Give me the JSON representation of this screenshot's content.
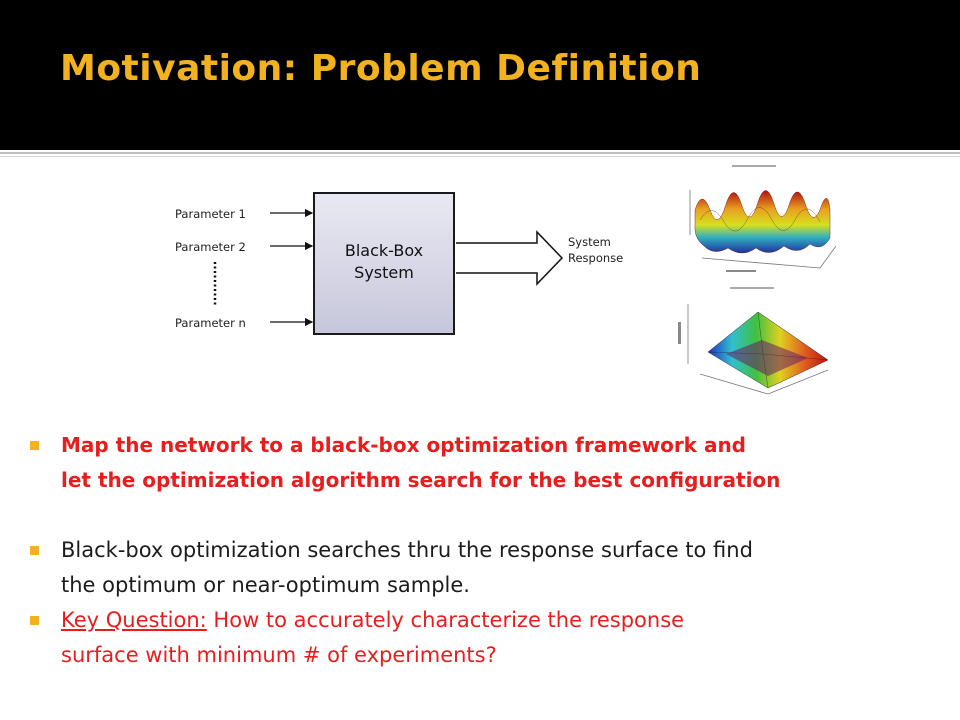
{
  "slide": {
    "title": "Motivation: Problem Definition",
    "accent_color": "#f2b21f",
    "title_bar_color": "#000000"
  },
  "diagram": {
    "inputs": [
      "Parameter 1",
      "Parameter 2",
      "Parameter n"
    ],
    "box_label_line1": "Black-Box",
    "box_label_line2": "System",
    "output_line1": "System",
    "output_line2": "Response",
    "thumbnails": [
      "oscillating-surface-3d-plot",
      "bowl-surface-3d-plot"
    ]
  },
  "bullets": [
    {
      "text_line1": "Map the network to a black-box optimization framework and",
      "text_line2": "let the optimization algorithm search for the best configuration",
      "color": "#e81d1d"
    },
    {
      "text_line1": "Black-box optimization searches thru the response surface to find",
      "text_line2": "the optimum or near-optimum sample."
    },
    {
      "label": "Key Question:",
      "text_line1": " How to accurately characterize the response",
      "text_line2": "surface with minimum # of experiments?"
    }
  ]
}
